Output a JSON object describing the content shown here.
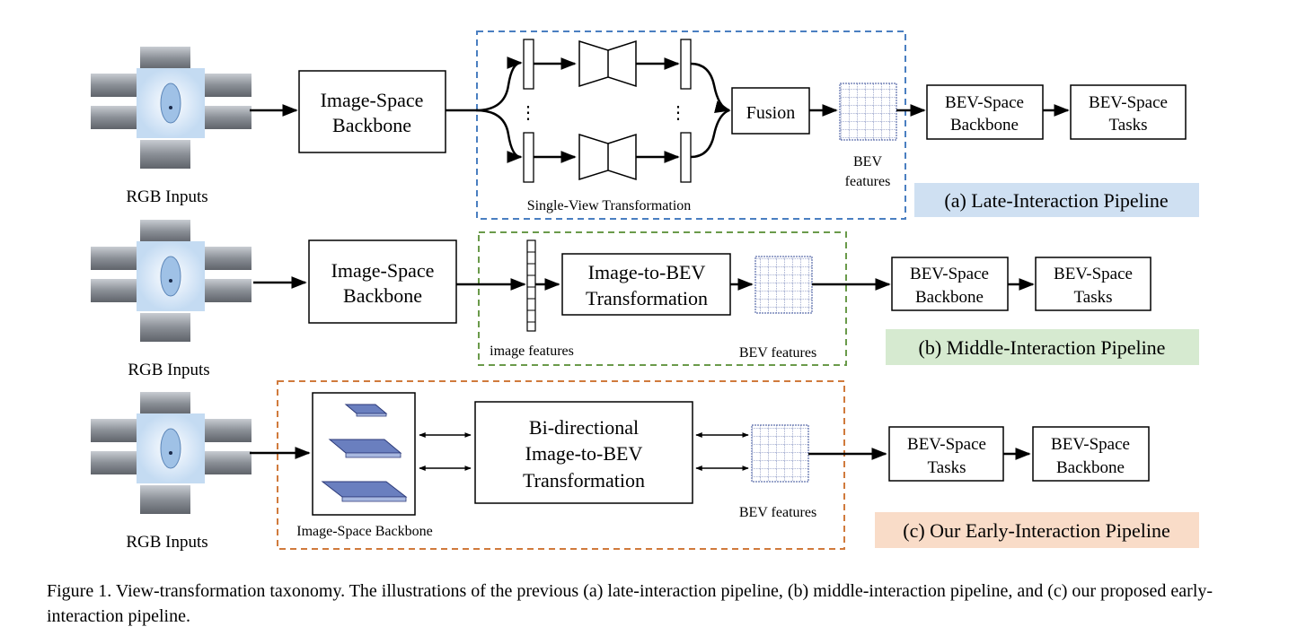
{
  "rows": [
    {
      "rgb_label": "RGB Inputs",
      "backbone_label": [
        "Image-Space",
        "Backbone"
      ],
      "region_label": "Single-View Transformation",
      "vertical_dots": "⋮",
      "fusion_label": "Fusion",
      "bev_label": [
        "BEV",
        "features"
      ],
      "box1": [
        "BEV-Space",
        "Backbone"
      ],
      "box2": [
        "BEV-Space",
        "Tasks"
      ],
      "pipeline_label": "(a) Late-Interaction Pipeline",
      "pipeline_color": "#cfe0f2",
      "dash_color": "#4a7fc1"
    },
    {
      "rgb_label": "RGB Inputs",
      "backbone_label": [
        "Image-Space",
        "Backbone"
      ],
      "transform_label": [
        "Image-to-BEV",
        "Transformation"
      ],
      "image_features_label": "image features",
      "bev_label": "BEV features",
      "box1": [
        "BEV-Space",
        "Backbone"
      ],
      "box2": [
        "BEV-Space",
        "Tasks"
      ],
      "pipeline_label": "(b) Middle-Interaction Pipeline",
      "pipeline_color": "#d6ead0",
      "dash_color": "#6a9a4a"
    },
    {
      "rgb_label": "RGB Inputs",
      "backbone_label": "Image-Space Backbone",
      "transform_label": [
        "Bi-directional",
        "Image-to-BEV",
        "Transformation"
      ],
      "bev_label": "BEV features",
      "box1": [
        "BEV-Space",
        "Tasks"
      ],
      "box2": [
        "BEV-Space",
        "Backbone"
      ],
      "pipeline_label": "(c) Our Early-Interaction Pipeline",
      "pipeline_color": "#f9dcc8",
      "dash_color": "#d07a3c"
    }
  ],
  "caption": "Figure 1. View-transformation taxonomy. The illustrations of the previous (a) late-interaction pipeline, (b) middle-interaction pipeline, and (c) our proposed early-interaction pipeline.",
  "colors": {
    "grid_stroke": "#3a4f9a",
    "plate_fill": "#6a7fbf",
    "plate_edge": "#2c3a78"
  }
}
